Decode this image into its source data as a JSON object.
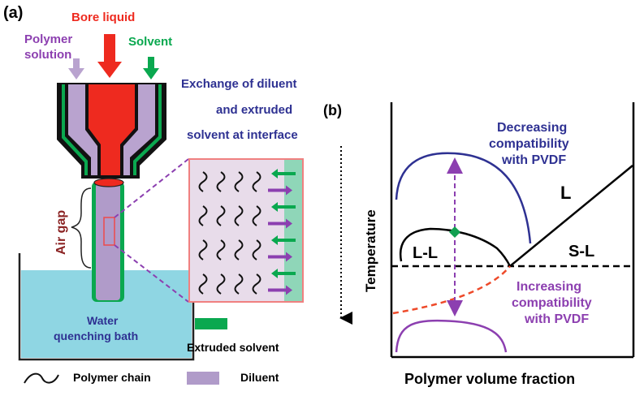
{
  "panel_a": {
    "label": "(a)",
    "bore_liquid": "Bore liquid",
    "polymer_solution_line1": "Polymer",
    "polymer_solution_line2": "solution",
    "solvent": "Solvent",
    "exchange_line1": "Exchange of diluent",
    "exchange_line2": "and extruded",
    "exchange_line3": "solvent at interface",
    "air_gap": "Air gap",
    "bath_line1": "Water",
    "bath_line2": "quenching  bath",
    "legend_extruded_solvent": "Extruded solvent",
    "legend_polymer_chain": "Polymer chain",
    "legend_diluent": "Diluent",
    "colors": {
      "bore": "#ee2a1f",
      "polymer": "#b9a3cf",
      "solvent": "#0aa84f",
      "water": "#8fd6e3",
      "inset_bg": "#e8dcea",
      "inset_border": "#f08080",
      "purple_text": "#8c3fb0",
      "blue_text": "#2e3192",
      "air_gap": "#8b2323"
    }
  },
  "panel_b": {
    "label": "(b)",
    "decreasing_line1": "Decreasing",
    "decreasing_line2": "compatibility",
    "decreasing_line3": "with PVDF",
    "increasing_line1": "Increasing",
    "increasing_line2": "compatibility",
    "increasing_line3": "with PVDF",
    "region_L": "L",
    "region_LL": "L-L",
    "region_SL": "S-L",
    "y_axis": "Temperature",
    "x_axis": "Polymer volume fraction",
    "colors": {
      "decreasing_curve": "#2e3192",
      "increasing_curve": "#8c3fb0",
      "binodal": "#000000",
      "metastable": "#ee4a2a",
      "marker": "#11a050"
    }
  }
}
